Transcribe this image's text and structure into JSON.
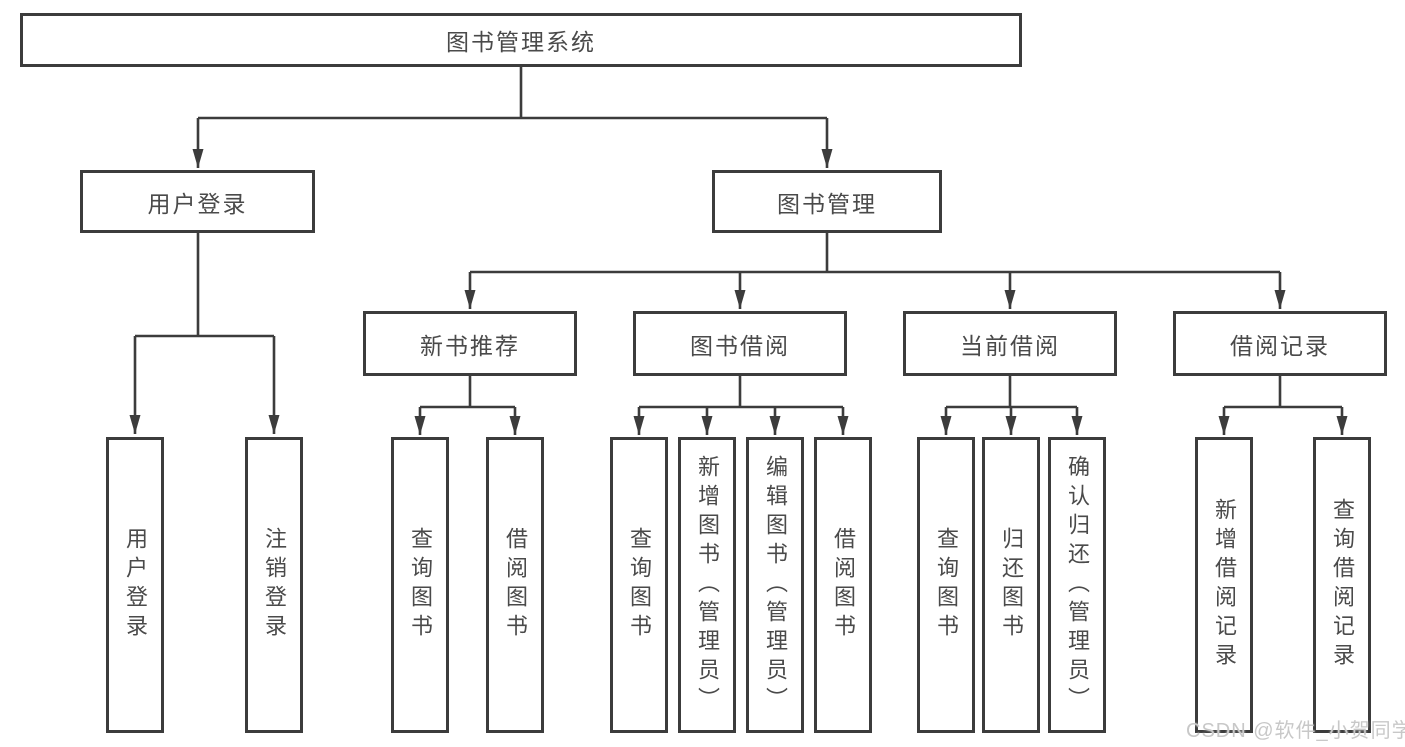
{
  "diagram": {
    "title": "图书管理系统",
    "branches": [
      {
        "label": "用户登录",
        "children": [
          {
            "label": "用户登录"
          },
          {
            "label": "注销登录"
          }
        ]
      },
      {
        "label": "图书管理",
        "children": [
          {
            "label": "新书推荐",
            "children": [
              {
                "label": "查询图书"
              },
              {
                "label": "借阅图书"
              }
            ]
          },
          {
            "label": "图书借阅",
            "children": [
              {
                "label": "查询图书"
              },
              {
                "label": "新增图书（管理员）"
              },
              {
                "label": "编辑图书（管理员）"
              },
              {
                "label": "借阅图书"
              }
            ]
          },
          {
            "label": "当前借阅",
            "children": [
              {
                "label": "查询图书"
              },
              {
                "label": "归还图书"
              },
              {
                "label": "确认归还（管理员）"
              }
            ]
          },
          {
            "label": "借阅记录",
            "children": [
              {
                "label": "新增借阅记录"
              },
              {
                "label": "查询借阅记录"
              }
            ]
          }
        ]
      }
    ]
  },
  "watermark": {
    "text": "CSDN @软件_小贺同学"
  },
  "colors": {
    "line": "#3c3c3c",
    "text": "#4a4a4a",
    "watermark": "#c8c8c8",
    "background": "#ffffff"
  }
}
